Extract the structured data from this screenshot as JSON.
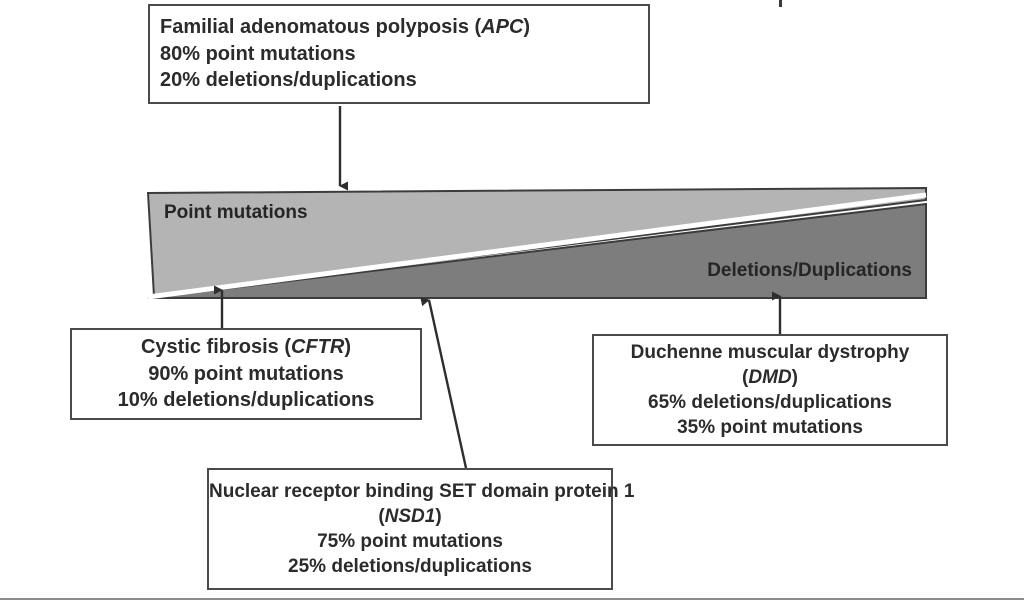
{
  "figure": {
    "wedge": {
      "left_label": "Point mutations",
      "right_label": "Deletions/Duplications",
      "left_color": "#b4b4b4",
      "right_color": "#7d7d7d",
      "divider_color": "#ffffff",
      "outline_color": "#3c3c3c"
    },
    "boxes": {
      "apc": {
        "title_prefix": "Familial adenomatous polyposis (",
        "gene": "APC",
        "title_suffix": ")",
        "line2": "80% point mutations",
        "line3": "20% deletions/duplications"
      },
      "cftr": {
        "title_prefix": "Cystic fibrosis (",
        "gene": "CFTR",
        "title_suffix": ")",
        "line2": "90% point mutations",
        "line3": "10% deletions/duplications"
      },
      "dmd": {
        "title": "Duchenne muscular dystrophy",
        "gene_prefix": "(",
        "gene": "DMD",
        "gene_suffix": ")",
        "line3": "65% deletions/duplications",
        "line4": "35% point mutations"
      },
      "nsd1": {
        "title": "Nuclear receptor binding SET domain protein 1",
        "gene_prefix": "(",
        "gene": "NSD1",
        "gene_suffix": ")",
        "line3": "75% point mutations",
        "line4": "25% deletions/duplications"
      }
    }
  }
}
